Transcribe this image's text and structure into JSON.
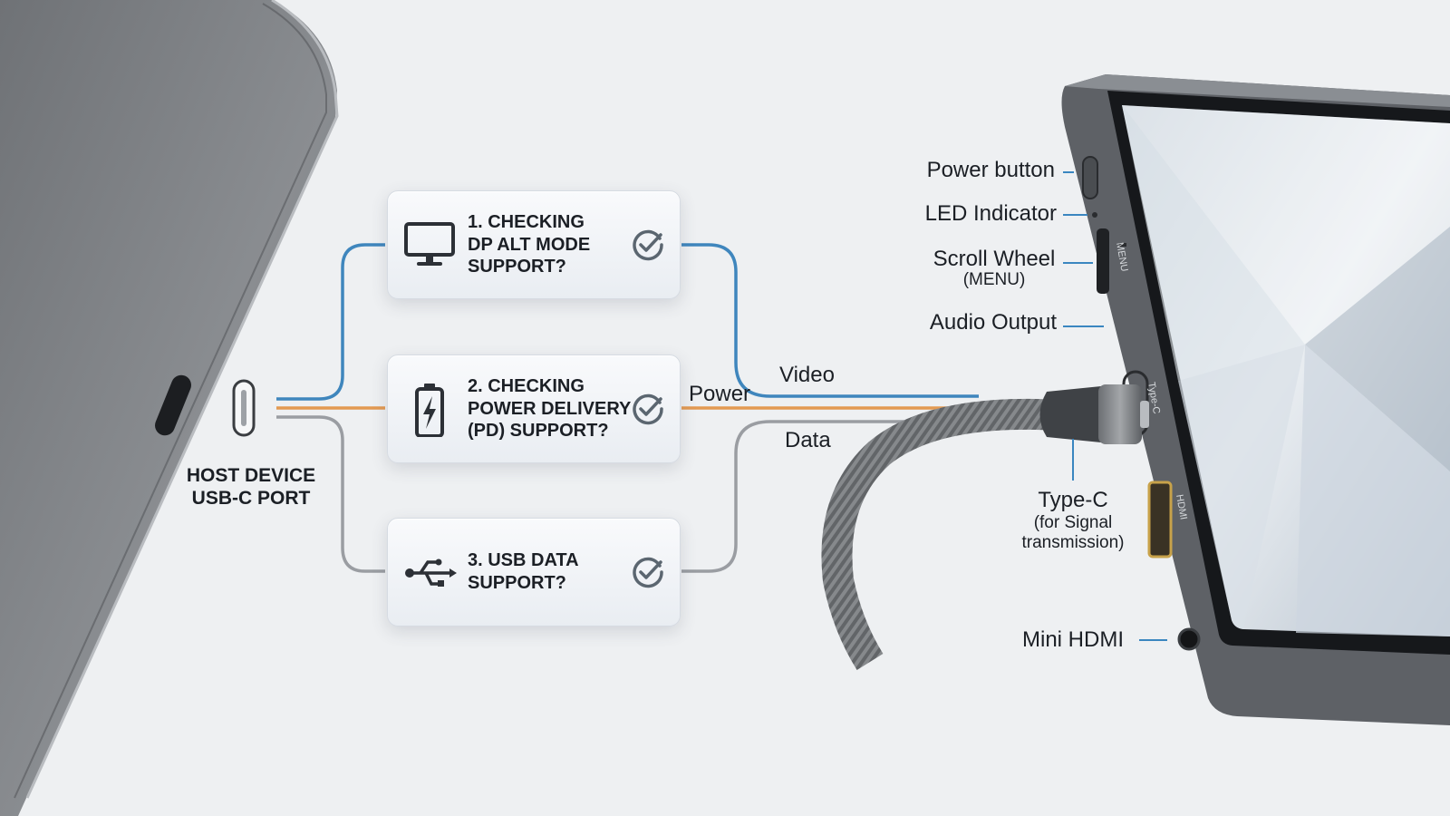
{
  "host": {
    "line1": "HOST DEVICE",
    "line2": "USB-C PORT"
  },
  "checks": [
    {
      "lines": [
        "1. CHECKING",
        "DP ALT MODE",
        "SUPPORT?"
      ],
      "icon": "monitor-icon"
    },
    {
      "lines": [
        "2. CHECKING",
        "POWER DELIVERY",
        "(PD) SUPPORT?"
      ],
      "icon": "battery-charging-icon"
    },
    {
      "lines": [
        "3. USB DATA",
        "SUPPORT?"
      ],
      "icon": "usb-icon"
    }
  ],
  "signals": {
    "video": "Video",
    "power": "Power",
    "data": "Data"
  },
  "callouts": {
    "power_button": "Power button",
    "led": "LED Indicator",
    "scroll": "Scroll Wheel",
    "scroll_sub": "(MENU)",
    "audio": "Audio Output",
    "typec": "Type-C",
    "typec_sub1": "(for Signal",
    "typec_sub2": "transmission)",
    "minihdmi": "Mini HDMI"
  },
  "device_labels": {
    "menu": "MENU",
    "typec": "Type-C",
    "hdmi": "HDMI"
  },
  "colors": {
    "video": "#3f86bd",
    "power": "#e39a52",
    "data": "#9a9da2",
    "check": "#5b6670"
  }
}
